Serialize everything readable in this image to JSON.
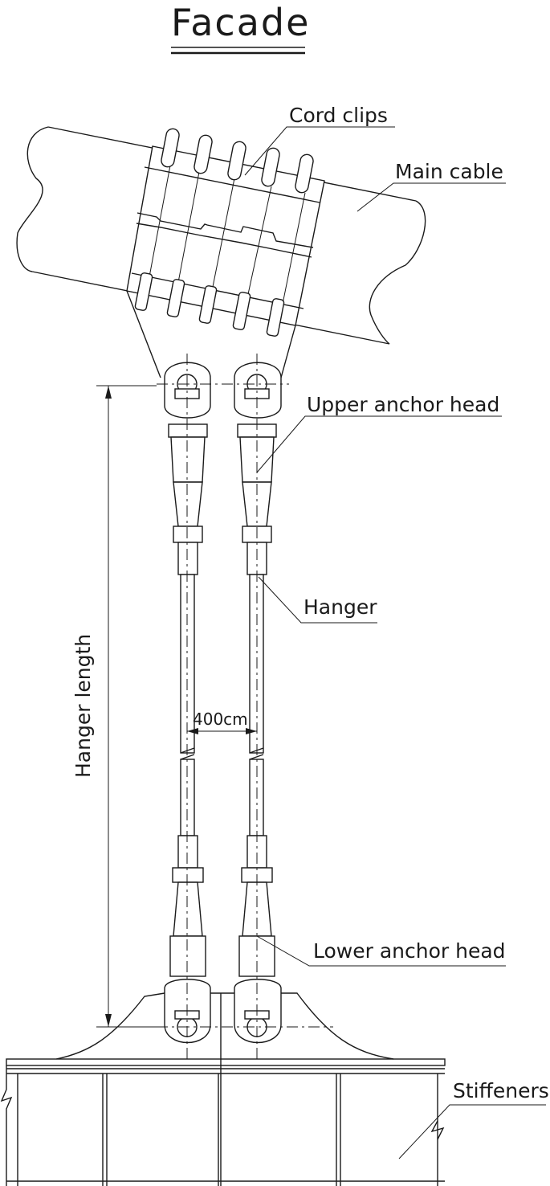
{
  "title": "Facade",
  "labels": {
    "cord_clips": "Cord clips",
    "main_cable": "Main cable",
    "upper_anchor_head": "Upper anchor head",
    "hanger": "Hanger",
    "hanger_length": "Hanger length",
    "spacing": "400cm",
    "lower_anchor_head": "Lower anchor head",
    "stiffeners": "Stiffeners"
  }
}
